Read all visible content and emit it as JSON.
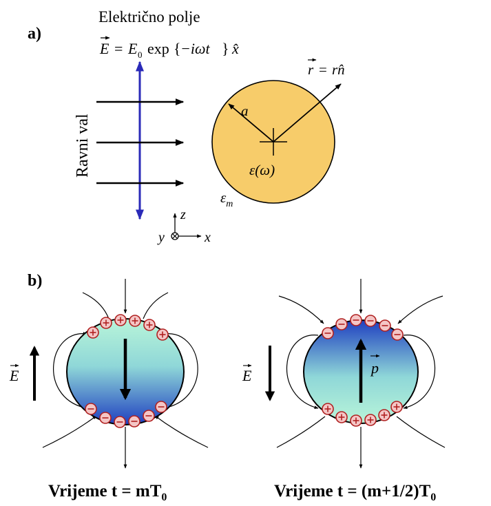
{
  "panel_a": {
    "label": "a)",
    "title": "Električno polje",
    "equation": {
      "lhs": "E",
      "eq": "=",
      "e0": "E",
      "e0_sub": "0",
      "exp": "exp",
      "brace_open": "{",
      "arg": "−iωt",
      "brace_close": "}",
      "xhat": "x̂"
    },
    "plane_wave_label": "Ravni val",
    "r_vector": {
      "lhs": "r",
      "eq": "=",
      "rhs": "rn̂"
    },
    "radius_label": "a",
    "sphere_permittivity": "ε(ω)",
    "medium_permittivity": {
      "symbol": "ε",
      "sub": "m"
    },
    "axes": {
      "z": "z",
      "y": "y",
      "x": "x"
    }
  },
  "panel_b": {
    "label": "b)",
    "field_label": "E",
    "dipole_label": "p",
    "plus_sign": "+",
    "minus_sign": "−",
    "caption_left": {
      "text": "Vrijeme t = mT",
      "sub": "0"
    },
    "caption_right": {
      "text": "Vrijeme t = (m+1/2)T",
      "sub": "0"
    }
  },
  "colors": {
    "sphere_a_fill": "#f7cc6a",
    "field_arrow_blue": "#2a2ab8",
    "gradient_teal": "#b9f5d9",
    "gradient_blue": "#1f3fc0",
    "charge_fill": "#f4c6c6",
    "charge_stroke": "#b02020"
  }
}
